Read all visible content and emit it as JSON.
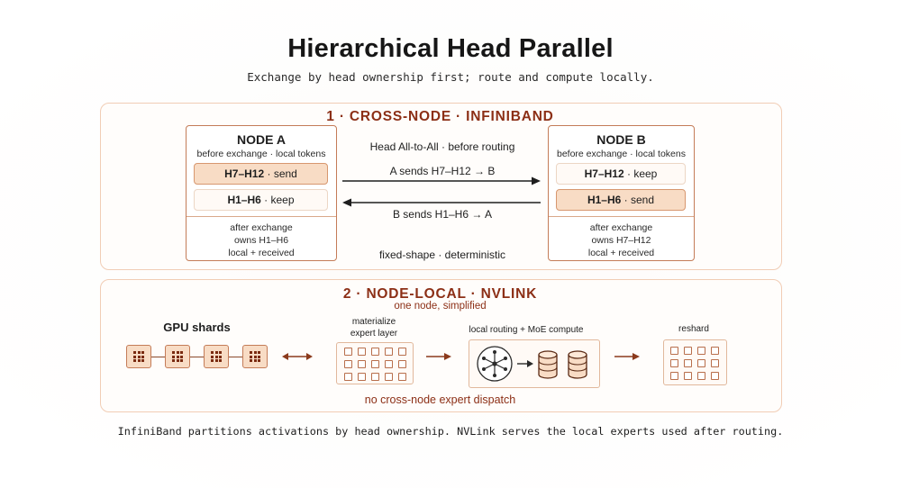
{
  "title": "Hierarchical Head Parallel",
  "subtitle": "Exchange by head ownership first; route and compute locally.",
  "section1": {
    "title": "1 · CROSS-NODE · INFINIBAND",
    "node_a": {
      "title": "NODE A",
      "subtitle": "before exchange · local tokens",
      "chip1": {
        "heads": "H7–H12",
        "action": "send"
      },
      "chip2": {
        "heads": "H1–H6",
        "action": "keep"
      },
      "after1": "after exchange",
      "after2": "owns H1–H6",
      "after3": "local + received"
    },
    "node_b": {
      "title": "NODE B",
      "subtitle": "before exchange · local tokens",
      "chip1": {
        "heads": "H7–H12",
        "action": "keep"
      },
      "chip2": {
        "heads": "H1–H6",
        "action": "send"
      },
      "after1": "after exchange",
      "after2": "owns H7–H12",
      "after3": "local + received"
    },
    "exchange_label": "Head All-to-All · before routing",
    "arrow_a_to_b": "A sends H7–H12 → B",
    "arrow_b_to_a": "B sends H1–H6 → A",
    "footer_label": "fixed-shape · deterministic"
  },
  "section2": {
    "title": "2 · NODE-LOCAL · NVLINK",
    "subtitle": "one node, simplified",
    "gpu_label": "GPU shards",
    "materialize_label_1": "materialize",
    "materialize_label_2": "expert layer",
    "routing_label": "local routing + MoE compute",
    "reshard_label": "reshard",
    "bottom_note": "no cross-node expert dispatch"
  },
  "footer": "InfiniBand partitions activations by head ownership. NVLink serves the local experts used after routing.",
  "colors": {
    "accent_dark": "#8c2f16",
    "send_fill": "#f8dcc5",
    "border": "#c47c58",
    "section_border": "#f1cdb5"
  }
}
